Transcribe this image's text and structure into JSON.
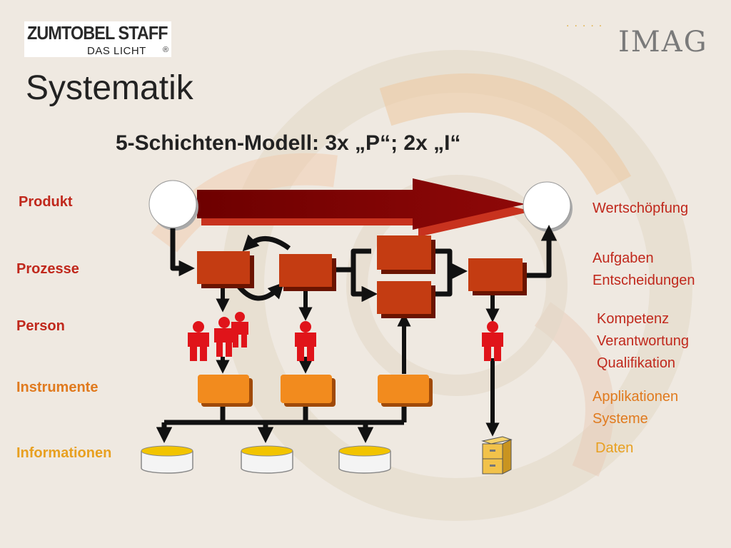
{
  "header": {
    "logo": {
      "brand": "ZUMTOBEL STAFF",
      "tagline": "DAS LICHT",
      "registered": "®"
    },
    "partner_logo": {
      "dots": ".....",
      "text": "IMAG"
    },
    "title": "Systematik",
    "subtitle": "5-Schichten-Modell: 3x „P“; 2x „I“"
  },
  "layers": [
    {
      "label": "Produkt",
      "description": "Wertschöpfung"
    },
    {
      "label": "Prozesse",
      "description": "Aufgaben\nEntscheidungen"
    },
    {
      "label": "Person",
      "description": "Kompetenz\nVerantwortung\nQualifikation"
    },
    {
      "label": "Instrumente",
      "description": "Applikationen\nSysteme"
    },
    {
      "label": "Informationen",
      "description": "Daten"
    }
  ],
  "colors": {
    "produkt": "#c0281c",
    "prozesse": "#c0281c",
    "person": "#c0281c",
    "instrumente": "#e07a1e",
    "informationen": "#e8a020",
    "arrow": "#7a0000",
    "process_box": "#c43c12",
    "instrument_box": "#f28b1e",
    "person_figure": "#e0141a"
  }
}
